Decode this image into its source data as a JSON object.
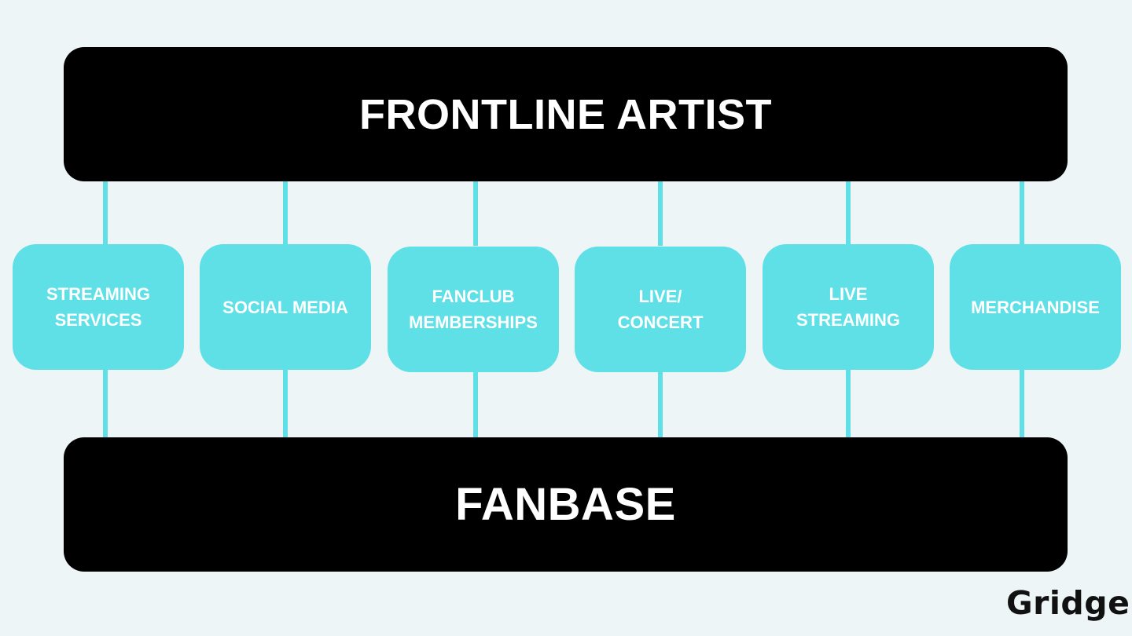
{
  "diagram": {
    "top_label": "FRONTLINE ARTIST",
    "bottom_label": "FANBASE",
    "channels": [
      "STREAMING\nSERVICES",
      "SOCIAL MEDIA",
      "FANCLUB\nMEMBERSHIPS",
      "LIVE/\nCONCERT",
      "LIVE\nSTREAMING",
      "MERCHANDISE"
    ],
    "colors": {
      "background": "#eef5f6",
      "bar": "#000000",
      "channel": "#5ee0e6",
      "text": "#ffffff"
    }
  },
  "brand": {
    "logo_text": "Gridge"
  }
}
